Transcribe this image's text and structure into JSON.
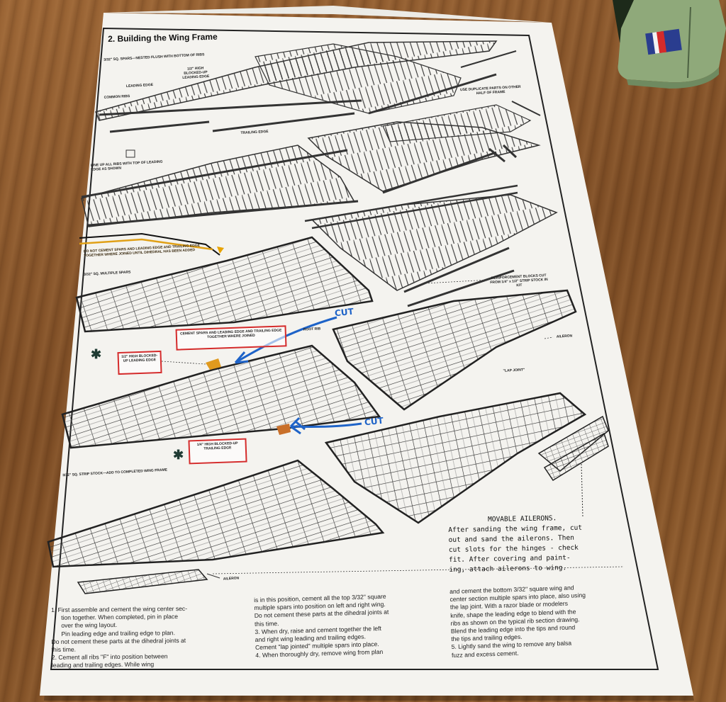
{
  "page": {
    "heading": "2.  Building the Wing Frame"
  },
  "labels": {
    "leading_edge_half": "3/32\" SQ. SPARS—NESTED FLUSH WITH BOTTOM OF RIBS",
    "blocked_up": "1/2\" HIGH BLOCKED-UP LEADING EDGE",
    "leading_edge": "LEADING EDGE",
    "trailing_edge": "TRAILING EDGE",
    "common_ribs": "COMMON RIBS",
    "duplicate_parts": "USE DUPLICATE PARTS ON OTHER HALF OF FRAME",
    "line_up_ribs": "LINE UP ALL RIBS WITH TOP OF LEADING EDGE AS SHOWN",
    "do_not_cement": "DO NOT CEMENT SPARS AND LEADING EDGE AND TRAILING EDGE TOGETHER WHERE JOINED UNTIL DIHEDRAL HAS BEEN ADDED",
    "multiple_spars": "3/32\" SQ. MULTIPLE SPARS",
    "reinforcement": "REINFORCEMENT BLOCKS CUT FROM 1/4\" x 1/2\" STRIP STOCK IN KIT",
    "cement_spars": "CEMENT SPARS AND LEADING EDGE AND TRAILING EDGE TOGETHER WHERE JOINED",
    "root_rib": "ROOT RIB",
    "aileron": "AILERON",
    "lap_joint": "\"LAP JOINT\"",
    "half_inch_high": "1/2\" HIGH BLOCKED-UP LEADING EDGE",
    "quarter_inch_high": "1/4\" HIGH BLOCKED-UP TRAILING EDGE",
    "strip_stock": "3/32\" SQ. STRIP STOCK—ADD TO COMPLETED WING FRAME",
    "aileron_bottom": "AILERON"
  },
  "handwritten": {
    "cut_top": "CUT",
    "cut_bottom": "CUT",
    "star": "✱"
  },
  "typed_note": {
    "lines": [
      "MOVABLE AILERONS.",
      "After sanding the wing frame, cut",
      "out and sand the ailerons.  Then",
      "cut slots for the hinges - check",
      "fit.  After covering and paint-",
      "ing, attach ailerons to wing."
    ]
  },
  "instructions": {
    "col1": [
      "1.  First assemble and cement the wing center sec-",
      "tion together.  When completed, pin in place",
      "over the wing layout.",
      "Pin  leading edge and trailing edge to plan.",
      "Do not cement these parts at the dihedral joints at",
      "this time.",
      "2.  Cement all ribs \"F\" into position between",
      "leading and trailing edges.                  While wing"
    ],
    "col2": [
      "is in this position, cement all the top 3/32\" square",
      "multiple spars into position on left and right wing.",
      "Do not cement these parts at the dihedral joints at",
      "this time.",
      "3.  When dry, raise and cement together the left",
      "and  right wing leading and trailing edges.",
      "Cement \"lap jointed\" multiple spars into place.",
      "4.  When thoroughly dry, remove wing from plan"
    ],
    "col3": [
      "and cement the bottom 3/32\" square wing and",
      "center section multiple spars into place, also using",
      "the lap joint.  With a razor blade or modelers",
      "knife, shape the leading edge to blend with the",
      "ribs as shown on the typical rib section drawing.",
      "Blend the leading edge into the tips and round",
      "the tips and trailing edges.",
      "5.  Lightly sand the wing to remove any balsa",
      "fuzz and excess cement."
    ]
  }
}
